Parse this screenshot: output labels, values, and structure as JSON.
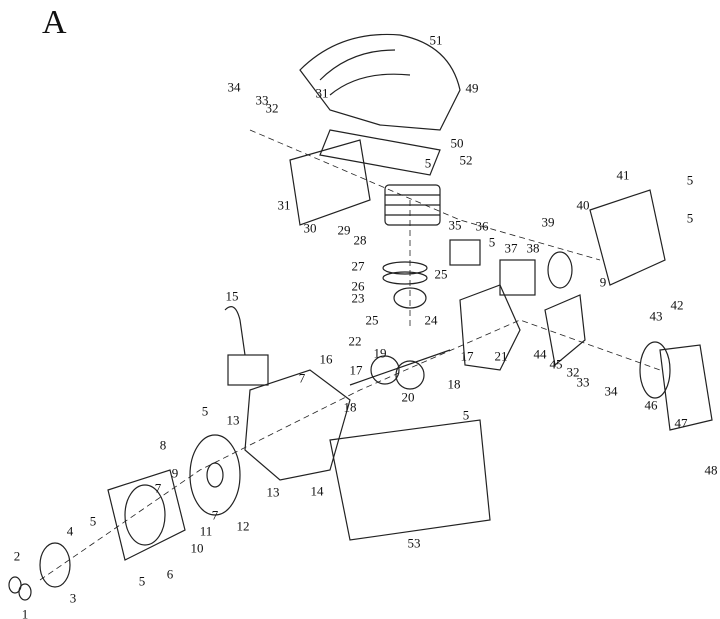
{
  "figure_label": "A",
  "part_labels": [
    "51",
    "49",
    "31",
    "34",
    "33",
    "32",
    "50",
    "5",
    "52",
    "31",
    "30",
    "29",
    "28",
    "35",
    "36",
    "5",
    "37",
    "38",
    "39",
    "40",
    "41",
    "5",
    "5",
    "27",
    "26",
    "23",
    "25",
    "25",
    "24",
    "9",
    "42",
    "43",
    "15",
    "22",
    "19",
    "21",
    "17",
    "18",
    "20",
    "44",
    "45",
    "32",
    "33",
    "34",
    "46",
    "47",
    "48",
    "16",
    "7",
    "17",
    "18",
    "5",
    "5",
    "13",
    "8",
    "9",
    "7",
    "7",
    "5",
    "11",
    "12",
    "10",
    "13",
    "14",
    "53",
    "4",
    "2",
    "3",
    "6",
    "5",
    "1"
  ]
}
